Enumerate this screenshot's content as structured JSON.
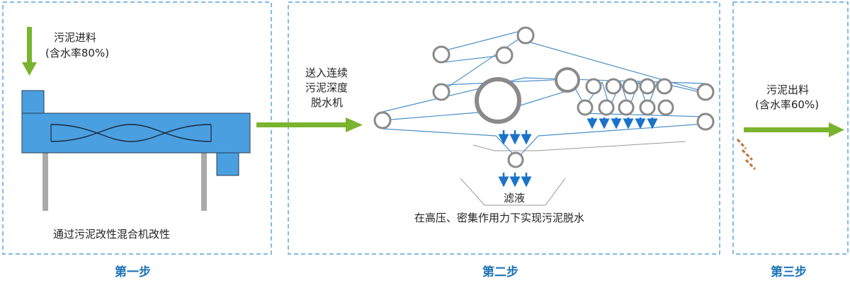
{
  "step1": {
    "title": "第一步",
    "feed_line1": "污泥进料",
    "feed_line2": "(含水率80%)",
    "caption": "通过污泥改性混合机改性"
  },
  "step2": {
    "title": "第二步",
    "transfer_line1": "送入连续",
    "transfer_line2": "污泥深度",
    "transfer_line3": "脱水机",
    "filtrate": "滤液",
    "caption": "在高压、密集作用力下实现污泥脱水"
  },
  "step3": {
    "title": "第三步",
    "out_line1": "污泥出料",
    "out_line2": "(含水率60%)"
  },
  "colors": {
    "panel_border": "#3a8fd0",
    "mixer_body": "#4a9fe0",
    "green_arrow": "#7ab32e",
    "blue_arrow": "#1a73c8",
    "belt": "#4a90c8",
    "roller": "#8a8a8a",
    "step_title": "#1a73b8",
    "brown_marks": "#c0703a"
  }
}
